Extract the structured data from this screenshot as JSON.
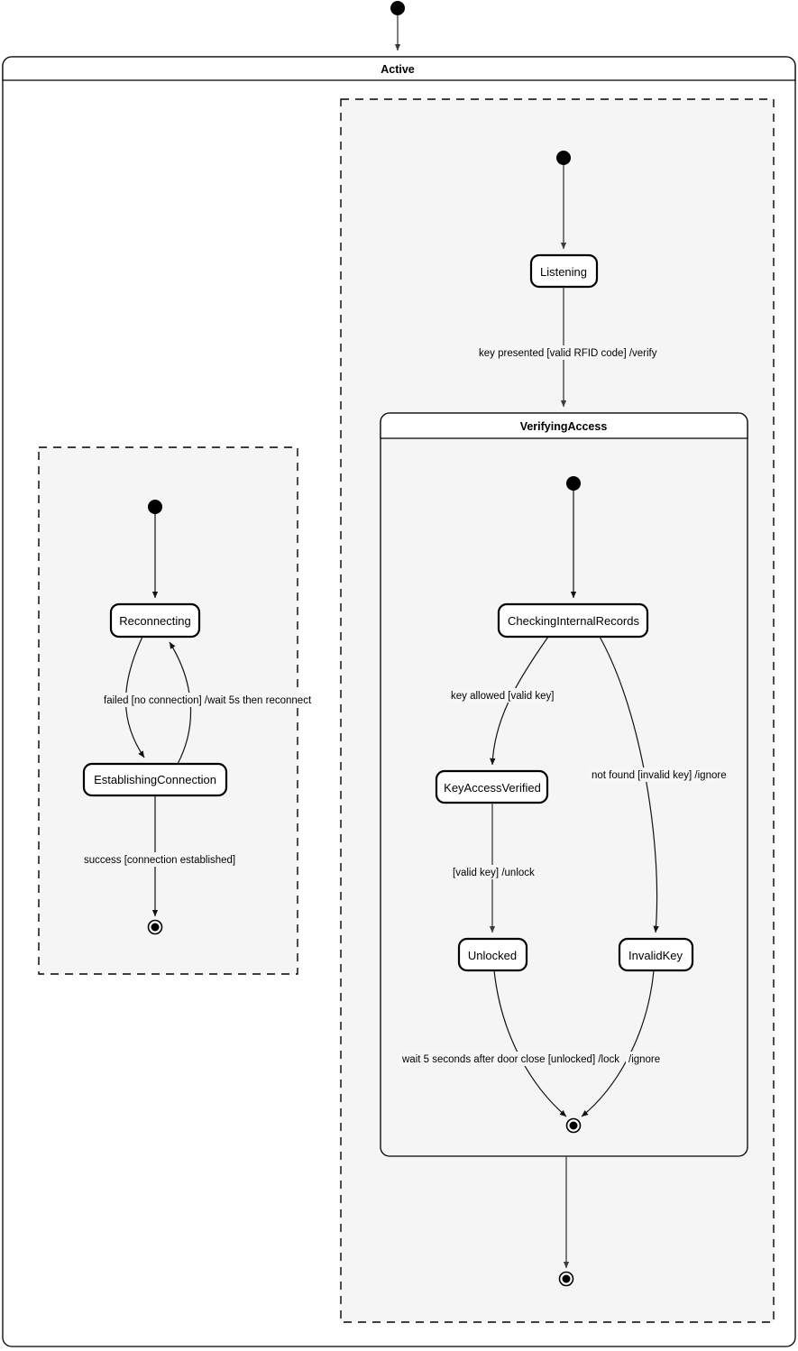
{
  "diagram": {
    "type": "uml-state-machine",
    "title": "Active",
    "background_color": "#ffffff",
    "region_fill": "#f5f5f5",
    "node_fill": "#ffffff",
    "stroke_color": "#000000"
  },
  "root": {
    "name": "Active",
    "kind": "composite-state"
  },
  "regions": [
    {
      "id": "region-connection",
      "kind": "orthogonal-region",
      "states": [
        {
          "id": "reconnecting",
          "label": "Reconnecting"
        },
        {
          "id": "establishing-connection",
          "label": "EstablishingConnection"
        }
      ],
      "pseudostates": [
        {
          "id": "region-connection-initial",
          "kind": "initial"
        },
        {
          "id": "region-connection-final",
          "kind": "final"
        }
      ],
      "transitions": [
        {
          "from": "region-connection-initial",
          "to": "reconnecting",
          "label": ""
        },
        {
          "from": "reconnecting",
          "to": "establishing-connection",
          "label": "failed [no connection] /wait 5s then reconnect"
        },
        {
          "from": "establishing-connection",
          "to": "reconnecting",
          "label": ""
        },
        {
          "from": "establishing-connection",
          "to": "region-connection-final",
          "label": "success [connection established]"
        }
      ]
    },
    {
      "id": "region-access",
      "kind": "orthogonal-region",
      "states": [
        {
          "id": "listening",
          "label": "Listening"
        },
        {
          "id": "verifying-access",
          "label": "VerifyingAccess",
          "kind": "composite-state"
        }
      ],
      "pseudostates": [
        {
          "id": "region-access-initial",
          "kind": "initial"
        },
        {
          "id": "region-access-final",
          "kind": "final"
        }
      ],
      "transitions": [
        {
          "from": "region-access-initial",
          "to": "listening",
          "label": ""
        },
        {
          "from": "listening",
          "to": "verifying-access",
          "label": "key presented [valid RFID code] /verify"
        },
        {
          "from": "verifying-access",
          "to": "region-access-final",
          "label": ""
        }
      ]
    }
  ],
  "verifying_access": {
    "title": "VerifyingAccess",
    "states": [
      {
        "id": "checking-internal-records",
        "label": "CheckingInternalRecords"
      },
      {
        "id": "key-access-verified",
        "label": "KeyAccessVerified"
      },
      {
        "id": "unlocked",
        "label": "Unlocked"
      },
      {
        "id": "invalid-key",
        "label": "InvalidKey"
      }
    ],
    "pseudostates": [
      {
        "id": "verifying-initial",
        "kind": "initial"
      },
      {
        "id": "verifying-final",
        "kind": "final"
      }
    ],
    "transitions": [
      {
        "from": "verifying-initial",
        "to": "checking-internal-records",
        "label": ""
      },
      {
        "from": "checking-internal-records",
        "to": "key-access-verified",
        "label": "key allowed [valid key]"
      },
      {
        "from": "checking-internal-records",
        "to": "invalid-key",
        "label": "not found [invalid key] /ignore"
      },
      {
        "from": "key-access-verified",
        "to": "unlocked",
        "label": "[valid key] /unlock"
      },
      {
        "from": "unlocked",
        "to": "verifying-final",
        "label": "wait 5 seconds after door close [unlocked] /lock"
      },
      {
        "from": "invalid-key",
        "to": "verifying-final",
        "label": "/ignore"
      }
    ]
  },
  "labels": {
    "active": "Active",
    "listening": "Listening",
    "verifying_access": "VerifyingAccess",
    "checking_internal_records": "CheckingInternalRecords",
    "key_access_verified": "KeyAccessVerified",
    "unlocked": "Unlocked",
    "invalid_key": "InvalidKey",
    "reconnecting": "Reconnecting",
    "establishing_connection": "EstablishingConnection",
    "t_key_presented": "key presented [valid RFID code] /verify",
    "t_key_allowed": "key allowed [valid key]",
    "t_not_found": "not found [invalid key] /ignore",
    "t_valid_key_unlock": "[valid key] /unlock",
    "t_wait_5_seconds": "wait 5 seconds after door close [unlocked] /lock",
    "t_ignore": "/ignore",
    "t_failed_no_connection": "failed [no connection] /wait 5s then reconnect",
    "t_success_connection": "success [connection established]"
  }
}
